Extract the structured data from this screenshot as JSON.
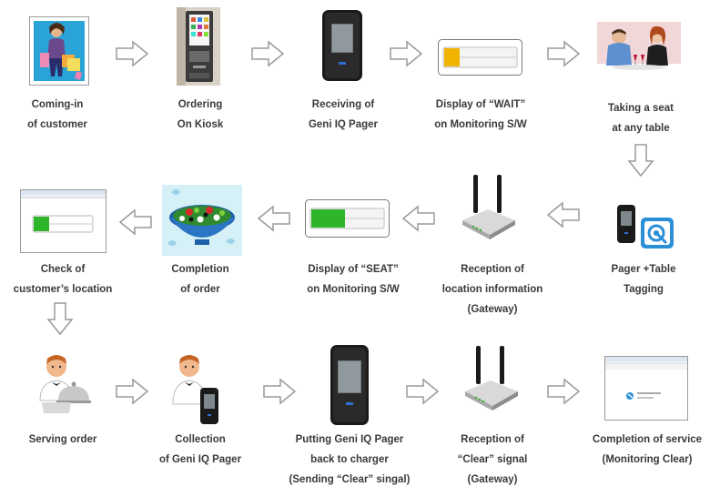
{
  "steps": [
    {
      "id": "coming-in",
      "lines": [
        "Coming-in",
        "of customer"
      ]
    },
    {
      "id": "ordering",
      "lines": [
        "Ordering",
        "On Kiosk"
      ]
    },
    {
      "id": "receiving-pager",
      "lines": [
        "Receiving of",
        "Geni IQ Pager"
      ]
    },
    {
      "id": "display-wait",
      "lines": [
        "Display of “WAIT”",
        "on Monitoring S/W"
      ]
    },
    {
      "id": "taking-seat",
      "lines": [
        "Taking a seat",
        "at any table"
      ]
    },
    {
      "id": "pager-table-tagging",
      "lines": [
        "Pager +Table",
        "Tagging"
      ]
    },
    {
      "id": "reception-location",
      "lines": [
        "Reception of",
        "location information",
        "(Gateway)"
      ]
    },
    {
      "id": "display-seat",
      "lines": [
        "Display of “SEAT”",
        "on Monitoring S/W"
      ]
    },
    {
      "id": "completion-order",
      "lines": [
        "Completion",
        "of order"
      ]
    },
    {
      "id": "check-location",
      "lines": [
        "Check  of",
        "customer’s location"
      ]
    },
    {
      "id": "serving-order",
      "lines": [
        "Serving order"
      ]
    },
    {
      "id": "collection-pager",
      "lines": [
        "Collection",
        "of Geni IQ Pager"
      ]
    },
    {
      "id": "putting-pager-back",
      "lines": [
        "Putting Geni IQ Pager",
        "back to charger",
        "(Sending “Clear” singal)"
      ]
    },
    {
      "id": "reception-clear",
      "lines": [
        "Reception of",
        "“Clear” signal",
        "(Gateway)"
      ]
    },
    {
      "id": "completion-service",
      "lines": [
        "Completion of service",
        "(Monitoring Clear)"
      ]
    }
  ],
  "icons": {
    "coming-in": "shopping-woman-icon",
    "ordering": "kiosk-icon",
    "receiving-pager": "pager-icon",
    "display-wait": "monitor-wait-bar-icon",
    "taking-seat": "dining-couple-icon",
    "pager-table-tagging": "pager-table-tag-icon",
    "reception-location": "gateway-router-icon",
    "display-seat": "monitor-seat-bar-icon",
    "completion-order": "salad-bowl-icon",
    "check-location": "monitoring-window-icon",
    "serving-order": "waiter-cloche-icon",
    "collection-pager": "waiter-pager-icon",
    "putting-pager-back": "pager-charger-icon",
    "reception-clear": "gateway-router-icon",
    "completion-service": "monitoring-clear-window-icon"
  },
  "colors": {
    "label_text": "#3a3a3a",
    "arrow_fill": "#ffffff",
    "arrow_stroke": "#9a9a9a",
    "wait_bar": "#f0b400",
    "seat_bar": "#2fb52a"
  }
}
